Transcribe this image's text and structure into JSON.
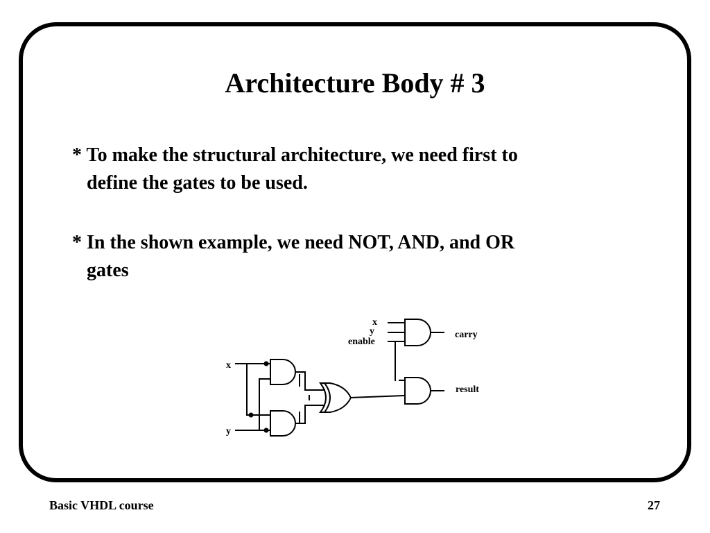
{
  "slide": {
    "title": "Architecture Body # 3",
    "bullets": [
      "* To make the structural architecture, we need first to\n   define the gates to be used.",
      "* In the shown example, we need NOT, AND, and OR\n   gates"
    ]
  },
  "diagram": {
    "labels": {
      "x_top": "x",
      "y_top": "y",
      "enable": "enable",
      "carry": "carry",
      "result": "result",
      "x_left": "x",
      "y_left": "y"
    }
  },
  "footer": {
    "course": "Basic VHDL course",
    "page_number": "27"
  }
}
